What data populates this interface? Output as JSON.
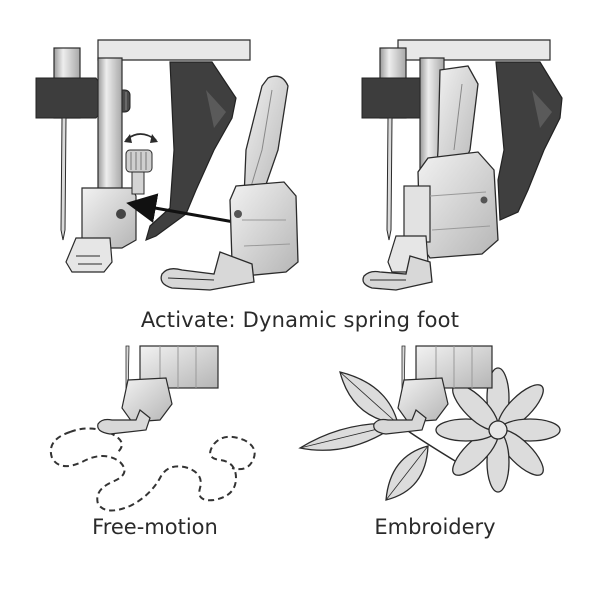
{
  "captions": {
    "main": "Activate: Dynamic spring foot",
    "free_motion": "Free-motion",
    "embroidery": "Embroidery"
  },
  "colors": {
    "dark_part": "#3d3d3d",
    "metal_light": "#e4e4e4",
    "metal_mid": "#bfbfbf",
    "metal_dark": "#8c8c8c",
    "outline": "#2b2b2b",
    "flower_fill": "#dcdcdc",
    "arrow": "#111111"
  },
  "icons": [
    "rotate-arrow-icon",
    "insert-arrow-icon"
  ]
}
